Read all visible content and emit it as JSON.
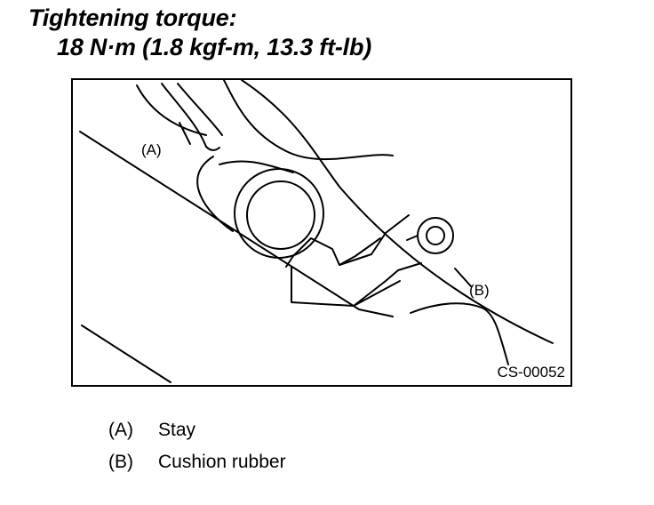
{
  "heading": {
    "label": "Tightening torque:",
    "value": "18 N·m (1.8 kgf-m, 13.3 ft-lb)"
  },
  "figure": {
    "callouts": [
      "(A)",
      "(B)"
    ],
    "figure_id": "CS-00052"
  },
  "legend": [
    {
      "key": "(A)",
      "text": "Stay"
    },
    {
      "key": "(B)",
      "text": "Cushion rubber"
    }
  ]
}
